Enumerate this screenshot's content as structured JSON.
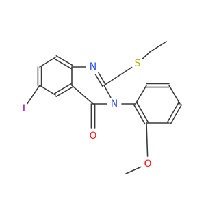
{
  "molecule": {
    "colors": {
      "bond": "#3a3a3a",
      "N": "#3050F8",
      "O": "#FF0D0D",
      "S": "#B8B400",
      "I": "#940094"
    },
    "atoms": {
      "n1": {
        "label": "N",
        "element": "N"
      },
      "n3": {
        "label": "N",
        "element": "N"
      },
      "s": {
        "label": "S",
        "element": "S"
      },
      "i": {
        "label": "I",
        "element": "I"
      },
      "o_carbonyl": {
        "label": "O",
        "element": "O"
      },
      "o_methoxy": {
        "label": "O",
        "element": "O"
      }
    }
  }
}
